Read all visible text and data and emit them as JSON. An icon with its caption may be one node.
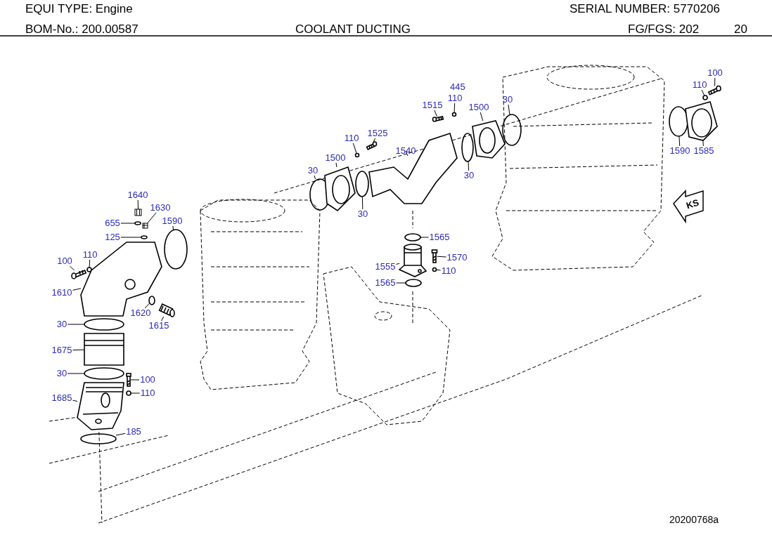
{
  "diagram": {
    "title": "COOLANT DUCTING",
    "nodes": [
      {
        "text": [
          "1640"
        ]
      },
      {
        "text": [
          "1630"
        ]
      },
      {
        "text": [
          "655"
        ]
      },
      {
        "text": [
          "125"
        ]
      },
      {
        "text": [
          "1590"
        ]
      },
      {
        "text": [
          "100"
        ]
      },
      {
        "text": [
          "110"
        ]
      },
      {
        "text": [
          "1610"
        ]
      },
      {
        "text": [
          "1620"
        ]
      },
      {
        "text": [
          "1615"
        ]
      },
      {
        "text": [
          "30"
        ]
      },
      {
        "text": [
          "1675"
        ]
      },
      {
        "text": [
          "30"
        ]
      },
      {
        "text": [
          "100"
        ]
      },
      {
        "text": [
          "110"
        ]
      },
      {
        "text": [
          "1685"
        ]
      },
      {
        "text": [
          "185"
        ]
      },
      {
        "text": [
          "30"
        ]
      },
      {
        "text": [
          "1500"
        ]
      },
      {
        "text": [
          "110"
        ]
      },
      {
        "text": [
          "1525"
        ]
      },
      {
        "text": [
          "1540"
        ]
      },
      {
        "text": [
          "30"
        ]
      },
      {
        "text": [
          "1515"
        ]
      },
      {
        "text": [
          "110"
        ]
      },
      {
        "text": [
          "1500"
        ]
      },
      {
        "text": [
          "30"
        ]
      },
      {
        "text": [
          "30"
        ]
      },
      {
        "text": [
          "1565"
        ]
      },
      {
        "text": [
          "1555"
        ]
      },
      {
        "text": [
          "1570"
        ]
      },
      {
        "text": [
          "110"
        ]
      },
      {
        "text": [
          "1565"
        ]
      },
      {
        "text": [
          "110"
        ]
      },
      {
        "text": [
          "100"
        ]
      },
      {
        "text": [
          "1590"
        ]
      },
      {
        "text": [
          "1585"
        ]
      },
      {
        "text": [],
        "shape": "box"
      },
      {
        "text": [],
        "shape": "box"
      },
      {
        "text": [],
        "shape": "circle"
      },
      {
        "text": [],
        "shape": "circle"
      },
      {
        "text": [],
        "shape": "circle"
      },
      {
        "text": [],
        "shape": "picture"
      },
      {
        "text": [],
        "shape": "circle"
      },
      {
        "text": [],
        "shape": "picture"
      },
      {
        "text": [],
        "shape": "circle"
      },
      {
        "text": [],
        "shape": "picture"
      },
      {
        "text": [],
        "shape": "circle"
      },
      {
        "text": [],
        "shape": "picture"
      },
      {
        "text": [],
        "shape": "circle"
      },
      {
        "text": [],
        "shape": "picture"
      },
      {
        "text": [],
        "shape": "circle"
      },
      {
        "text": [],
        "shape": "picture"
      },
      {
        "text": [],
        "shape": "circle"
      },
      {
        "text": [],
        "shape": "circle"
      },
      {
        "text": [],
        "shape": "picture"
      },
      {
        "text": [],
        "shape": "circle"
      },
      {
        "text": [],
        "shape": "picture"
      },
      {
        "text": [],
        "shape": "picture"
      },
      {
        "text": [],
        "shape": "circle"
      },
      {
        "text": [],
        "shape": "picture"
      },
      {
        "text": [],
        "shape": "circle"
      },
      {
        "text": [],
        "shape": "picture"
      },
      {
        "text": [],
        "shape": "circle"
      },
      {
        "text": [],
        "shape": "circle"
      },
      {
        "text": [],
        "shape": "circle"
      },
      {
        "text": [],
        "shape": "picture"
      },
      {
        "text": [],
        "shape": "picture"
      },
      {
        "text": [],
        "shape": "circle"
      },
      {
        "text": [],
        "shape": "circle"
      },
      {
        "text": [],
        "shape": "circle"
      },
      {
        "text": [],
        "shape": "picture"
      },
      {
        "text": [],
        "shape": "circle"
      },
      {
        "text": [],
        "shape": "picture"
      }
    ],
    "edges": [
      {
        "from": 0,
        "to": 37,
        "arrow": "none"
      },
      {
        "from": 1,
        "to": 38,
        "arrow": "none"
      },
      {
        "from": 2,
        "to": 39,
        "arrow": "none"
      },
      {
        "from": 3,
        "to": 40,
        "arrow": "none"
      },
      {
        "from": 4,
        "to": 41,
        "arrow": "none"
      },
      {
        "from": 5,
        "to": 42,
        "arrow": "none"
      },
      {
        "from": 6,
        "to": 43,
        "arrow": "none"
      },
      {
        "from": 7,
        "to": 44,
        "arrow": "none"
      },
      {
        "from": 8,
        "to": 45,
        "arrow": "none"
      },
      {
        "from": 9,
        "to": 46,
        "arrow": "none"
      },
      {
        "from": 10,
        "to": 47,
        "arrow": "none"
      },
      {
        "from": 11,
        "to": 48,
        "arrow": "none"
      },
      {
        "from": 12,
        "to": 49,
        "arrow": "none"
      },
      {
        "from": 13,
        "to": 50,
        "arrow": "none"
      },
      {
        "from": 14,
        "to": 51,
        "arrow": "none"
      },
      {
        "from": 15,
        "to": 52,
        "arrow": "none"
      },
      {
        "from": 16,
        "to": 53,
        "arrow": "none"
      },
      {
        "from": 17,
        "to": 54,
        "arrow": "none"
      },
      {
        "from": 18,
        "to": 55,
        "arrow": "none"
      },
      {
        "from": 19,
        "to": 56,
        "arrow": "none"
      },
      {
        "from": 20,
        "to": 57,
        "arrow": "none"
      },
      {
        "from": 21,
        "to": 58,
        "arrow": "none"
      },
      {
        "from": 22,
        "to": 59,
        "arrow": "none"
      },
      {
        "from": 23,
        "to": 60,
        "arrow": "none"
      },
      {
        "from": 24,
        "to": 61,
        "arrow": "none"
      },
      {
        "from": 25,
        "to": 62,
        "arrow": "none"
      },
      {
        "from": 26,
        "to": 63,
        "arrow": "none"
      },
      {
        "from": 27,
        "to": 64,
        "arrow": "none"
      },
      {
        "from": 28,
        "to": 65,
        "arrow": "none"
      },
      {
        "from": 29,
        "to": 66,
        "arrow": "none"
      },
      {
        "from": 30,
        "to": 67,
        "arrow": "none"
      },
      {
        "from": 31,
        "to": 68,
        "arrow": "none"
      },
      {
        "from": 32,
        "to": 69,
        "arrow": "none"
      },
      {
        "from": 33,
        "to": 70,
        "arrow": "none"
      },
      {
        "from": 34,
        "to": 71,
        "arrow": "none"
      },
      {
        "from": 35,
        "to": 72,
        "arrow": "none"
      },
      {
        "from": 36,
        "to": 73,
        "arrow": "none"
      }
    ],
    "labels": [
      "EQUI TYPE: Engine",
      "SERIAL NUMBER: 5770206",
      "BOM-No.: 200.00587",
      "FG/FGS: 202",
      "20",
      "445",
      "KS",
      "20200768a"
    ]
  }
}
